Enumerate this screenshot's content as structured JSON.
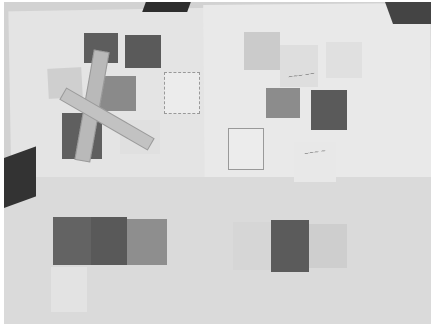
{
  "description_context": "photo",
  "palette": {
    "table": "#d2d2d2",
    "paper": "#e6e6e6",
    "card_light": "#dcdcdc",
    "card_mid": "#8a8a8a",
    "card_dark": "#5d5d5d",
    "ruler": "#b9b9b9",
    "shadow": "#2d2d2d"
  },
  "cards": [
    {
      "id": "c1",
      "shade": "dark",
      "text": ""
    },
    {
      "id": "c2",
      "shade": "dark",
      "text": ""
    },
    {
      "id": "c3",
      "shade": "light",
      "text": ""
    },
    {
      "id": "c4",
      "shade": "mid",
      "text": ""
    },
    {
      "id": "c5",
      "shade": "dark",
      "text": ""
    },
    {
      "id": "c6",
      "shade": "paper",
      "text": ""
    },
    {
      "id": "c7",
      "shade": "paper",
      "text": ""
    },
    {
      "id": "c8",
      "shade": "light",
      "text": ""
    },
    {
      "id": "c9",
      "shade": "light",
      "text": ""
    },
    {
      "id": "c10",
      "shade": "light",
      "text": ""
    },
    {
      "id": "c11",
      "shade": "mid",
      "text": ""
    },
    {
      "id": "c12",
      "shade": "dark",
      "text": ""
    },
    {
      "id": "c13",
      "shade": "paper",
      "text": ""
    },
    {
      "id": "c14",
      "shade": "paper",
      "text": ""
    },
    {
      "id": "c15",
      "shade": "dark",
      "text": ""
    },
    {
      "id": "c16",
      "shade": "dark",
      "text": ""
    },
    {
      "id": "c17",
      "shade": "mid",
      "text": ""
    },
    {
      "id": "c18",
      "shade": "paper",
      "text": ""
    },
    {
      "id": "c19",
      "shade": "light",
      "text": ""
    },
    {
      "id": "c20",
      "shade": "dark",
      "text": ""
    },
    {
      "id": "c21",
      "shade": "light",
      "text": ""
    }
  ]
}
